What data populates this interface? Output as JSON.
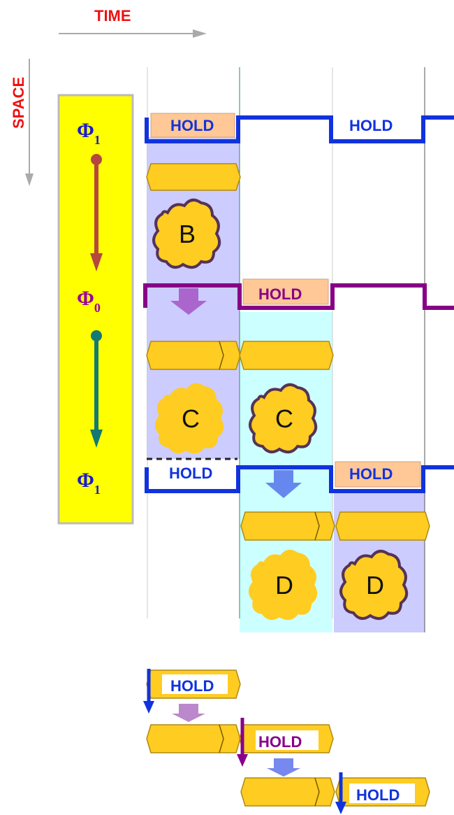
{
  "axes": {
    "time_label": "TIME",
    "space_label": "SPACE"
  },
  "phases": [
    {
      "symbol": "Φ",
      "subscript": "1",
      "color": "#1a1acc"
    },
    {
      "symbol": "Φ",
      "subscript": "0",
      "color": "#990099"
    },
    {
      "symbol": "Φ",
      "subscript": "1",
      "color": "#1a1acc"
    }
  ],
  "hold_label": "HOLD",
  "clouds": [
    "B",
    "C",
    "C",
    "D",
    "D"
  ],
  "colors": {
    "phase1_wave": "#1133dd",
    "phase0_wave": "#880088",
    "panel_yellow": "#ffff00",
    "register_fill": "#ffcc22",
    "hold_box": "#ffc896",
    "shade_lavender": "#ccccff",
    "shade_cyan": "#ccffff",
    "arrow_brown": "#b5473f",
    "arrow_teal": "#127a72"
  }
}
